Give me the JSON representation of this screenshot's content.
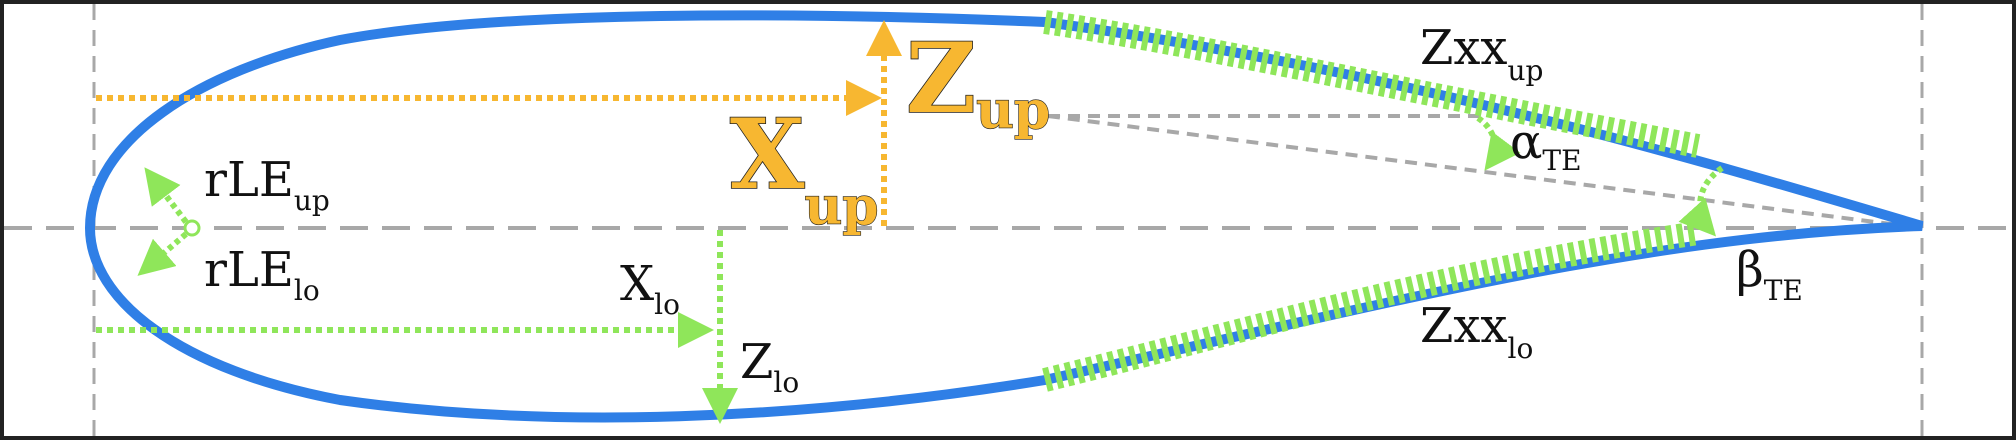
{
  "colors": {
    "airfoil": "#2f7fe6",
    "parameter_green": "#8fe65a",
    "highlight_yellow": "#f7b731",
    "reference_gray": "#a8a8a8",
    "frame": "#222222"
  },
  "labels": {
    "rle_up": {
      "main": "rLE",
      "sub": "up"
    },
    "rle_lo": {
      "main": "rLE",
      "sub": "lo"
    },
    "x_up": {
      "main": "X",
      "sub": "up"
    },
    "z_up": {
      "main": "Z",
      "sub": "up"
    },
    "x_lo": {
      "main": "X",
      "sub": "lo"
    },
    "z_lo": {
      "main": "Z",
      "sub": "lo"
    },
    "zxx_up": {
      "main": "Zxx",
      "sub": "up"
    },
    "zxx_lo": {
      "main": "Zxx",
      "sub": "lo"
    },
    "alpha_te": {
      "main": "α",
      "sub": "TE"
    },
    "beta_te": {
      "main": "β",
      "sub": "TE"
    }
  }
}
